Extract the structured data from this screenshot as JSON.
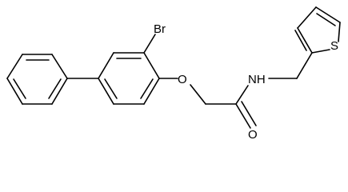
{
  "molecule": {
    "atoms": [
      {
        "id": "br",
        "label": "Br"
      },
      {
        "id": "o_ether",
        "label": "O"
      },
      {
        "id": "nh",
        "label": "NH"
      },
      {
        "id": "o_carbonyl",
        "label": "O"
      },
      {
        "id": "s",
        "label": "S"
      }
    ]
  },
  "colors": {
    "bond": "#000000",
    "text": "#000000",
    "background": "#ffffff"
  }
}
